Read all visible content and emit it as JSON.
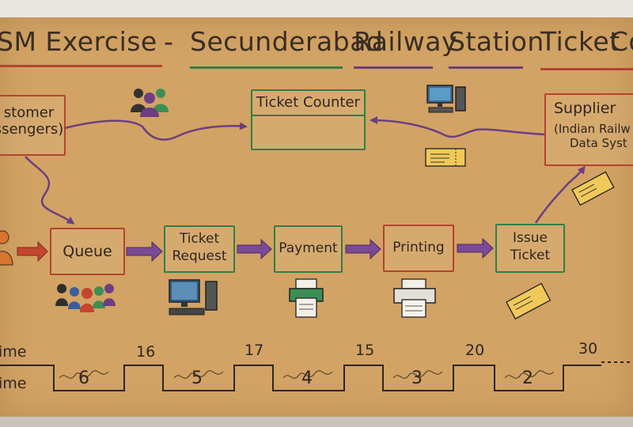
{
  "title": {
    "text": "SM Exercise - Secunderabad Railway Station Ticket Cou",
    "part1": "SM Exercise",
    "dash": "-",
    "part2": "Secunderabad",
    "part3": "Railway",
    "part4": "Station",
    "part5": "Ticket",
    "part6": "Cou"
  },
  "boxes": {
    "customer": {
      "line1": "stomer",
      "line2": "ssengers)"
    },
    "ticket_counter": {
      "label": "Ticket Counter"
    },
    "supplier": {
      "line1": "Supplier",
      "line2": "(Indian Railw",
      "line3": "Data Syst"
    },
    "queue": {
      "label": "Queue"
    },
    "ticket_request": {
      "line1": "Ticket",
      "line2": "Request"
    },
    "payment": {
      "label": "Payment"
    },
    "printing": {
      "label": "Printing"
    },
    "issue_ticket": {
      "line1": "Issue",
      "line2": "Ticket"
    }
  },
  "timeline": {
    "row1_label": "ime",
    "row2_label": "ime",
    "process_times": [
      "16",
      "17",
      "15",
      "20",
      "30"
    ],
    "wait_times": [
      "6",
      "5",
      "4",
      "3",
      "2"
    ]
  },
  "colors": {
    "paper": "#d2a364",
    "red": "#b4432f",
    "green": "#2f7f49",
    "purple": "#6b3f82",
    "ink": "#2e2620"
  },
  "icons": [
    "people-group-icon",
    "computer-icon",
    "ticket-icon",
    "printer-icon",
    "person-icon"
  ]
}
